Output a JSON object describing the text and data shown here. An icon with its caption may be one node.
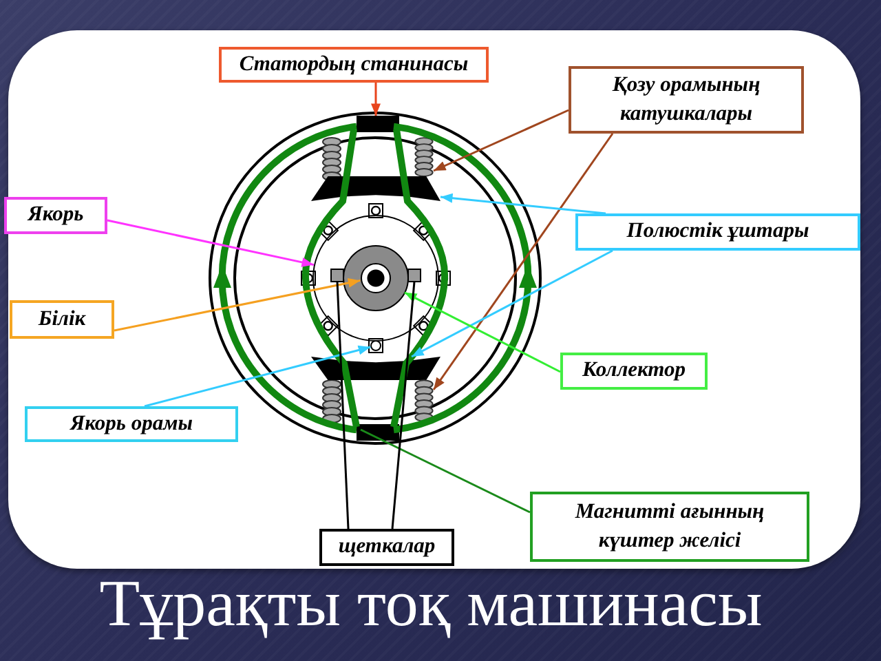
{
  "diagram": {
    "title": "Тұрақты тоқ машинасы",
    "nodes": [
      {
        "text": [
          "Статордың станинасы"
        ]
      },
      {
        "text": [
          "Қозу орамының катушкалары"
        ]
      },
      {
        "text": [],
        "shape": "box"
      },
      {
        "text": [],
        "shape": "coil"
      },
      {
        "text": [],
        "shape": "trapezoid"
      },
      {
        "text": [
          "Якорь"
        ]
      },
      {
        "text": [
          "Полюстік ұштары"
        ]
      },
      {
        "text": [],
        "shape": "circle"
      },
      {
        "text": [],
        "shape": "circle",
        "in": 7
      },
      {
        "text": [],
        "shape": "circle",
        "in": 8
      },
      {
        "text": [],
        "shape": "box",
        "in": 7
      },
      {
        "text": [],
        "shape": "box",
        "in": 7
      },
      {
        "text": [
          "Білік"
        ]
      },
      {
        "text": [],
        "shape": "circle"
      },
      {
        "text": [
          "Коллектор"
        ]
      },
      {
        "text": [],
        "shape": "trapezoid"
      },
      {
        "text": [],
        "shape": "coil"
      },
      {
        "text": [
          "Якорь орамы"
        ]
      },
      {
        "text": [
          "Магнитті ағынның күштер желісі"
        ]
      },
      {
        "text": [
          "щеткалар"
        ]
      }
    ],
    "edges": [
      {
        "from": 0,
        "to": 2,
        "arrow": "to",
        "color": "#e8441c"
      },
      {
        "from": 1,
        "to": 3,
        "arrow": "to",
        "color": "#a0461e"
      },
      {
        "from": 1,
        "to": 16,
        "arrow": "to",
        "color": "#a0461e"
      },
      {
        "from": 5,
        "to": 7,
        "arrow": "to",
        "color": "#ff33ff"
      },
      {
        "from": 6,
        "to": 4,
        "arrow": "to",
        "color": "#33ccff"
      },
      {
        "from": 6,
        "to": 15,
        "arrow": "to",
        "color": "#33ccff"
      },
      {
        "from": 12,
        "to": 9,
        "arrow": "to",
        "color": "#f5a020"
      },
      {
        "from": 14,
        "to": 8,
        "arrow": "to",
        "color": "#33ee33"
      },
      {
        "from": 17,
        "to": 13,
        "arrow": "to",
        "color": "#33ccff"
      },
      {
        "from": 18,
        "to": null,
        "arrow": "none",
        "color": "#1a8a1a"
      },
      {
        "from": 19,
        "to": 10,
        "arrow": "none",
        "color": "#000000"
      },
      {
        "from": 19,
        "to": 11,
        "arrow": "none",
        "color": "#000000"
      }
    ]
  }
}
